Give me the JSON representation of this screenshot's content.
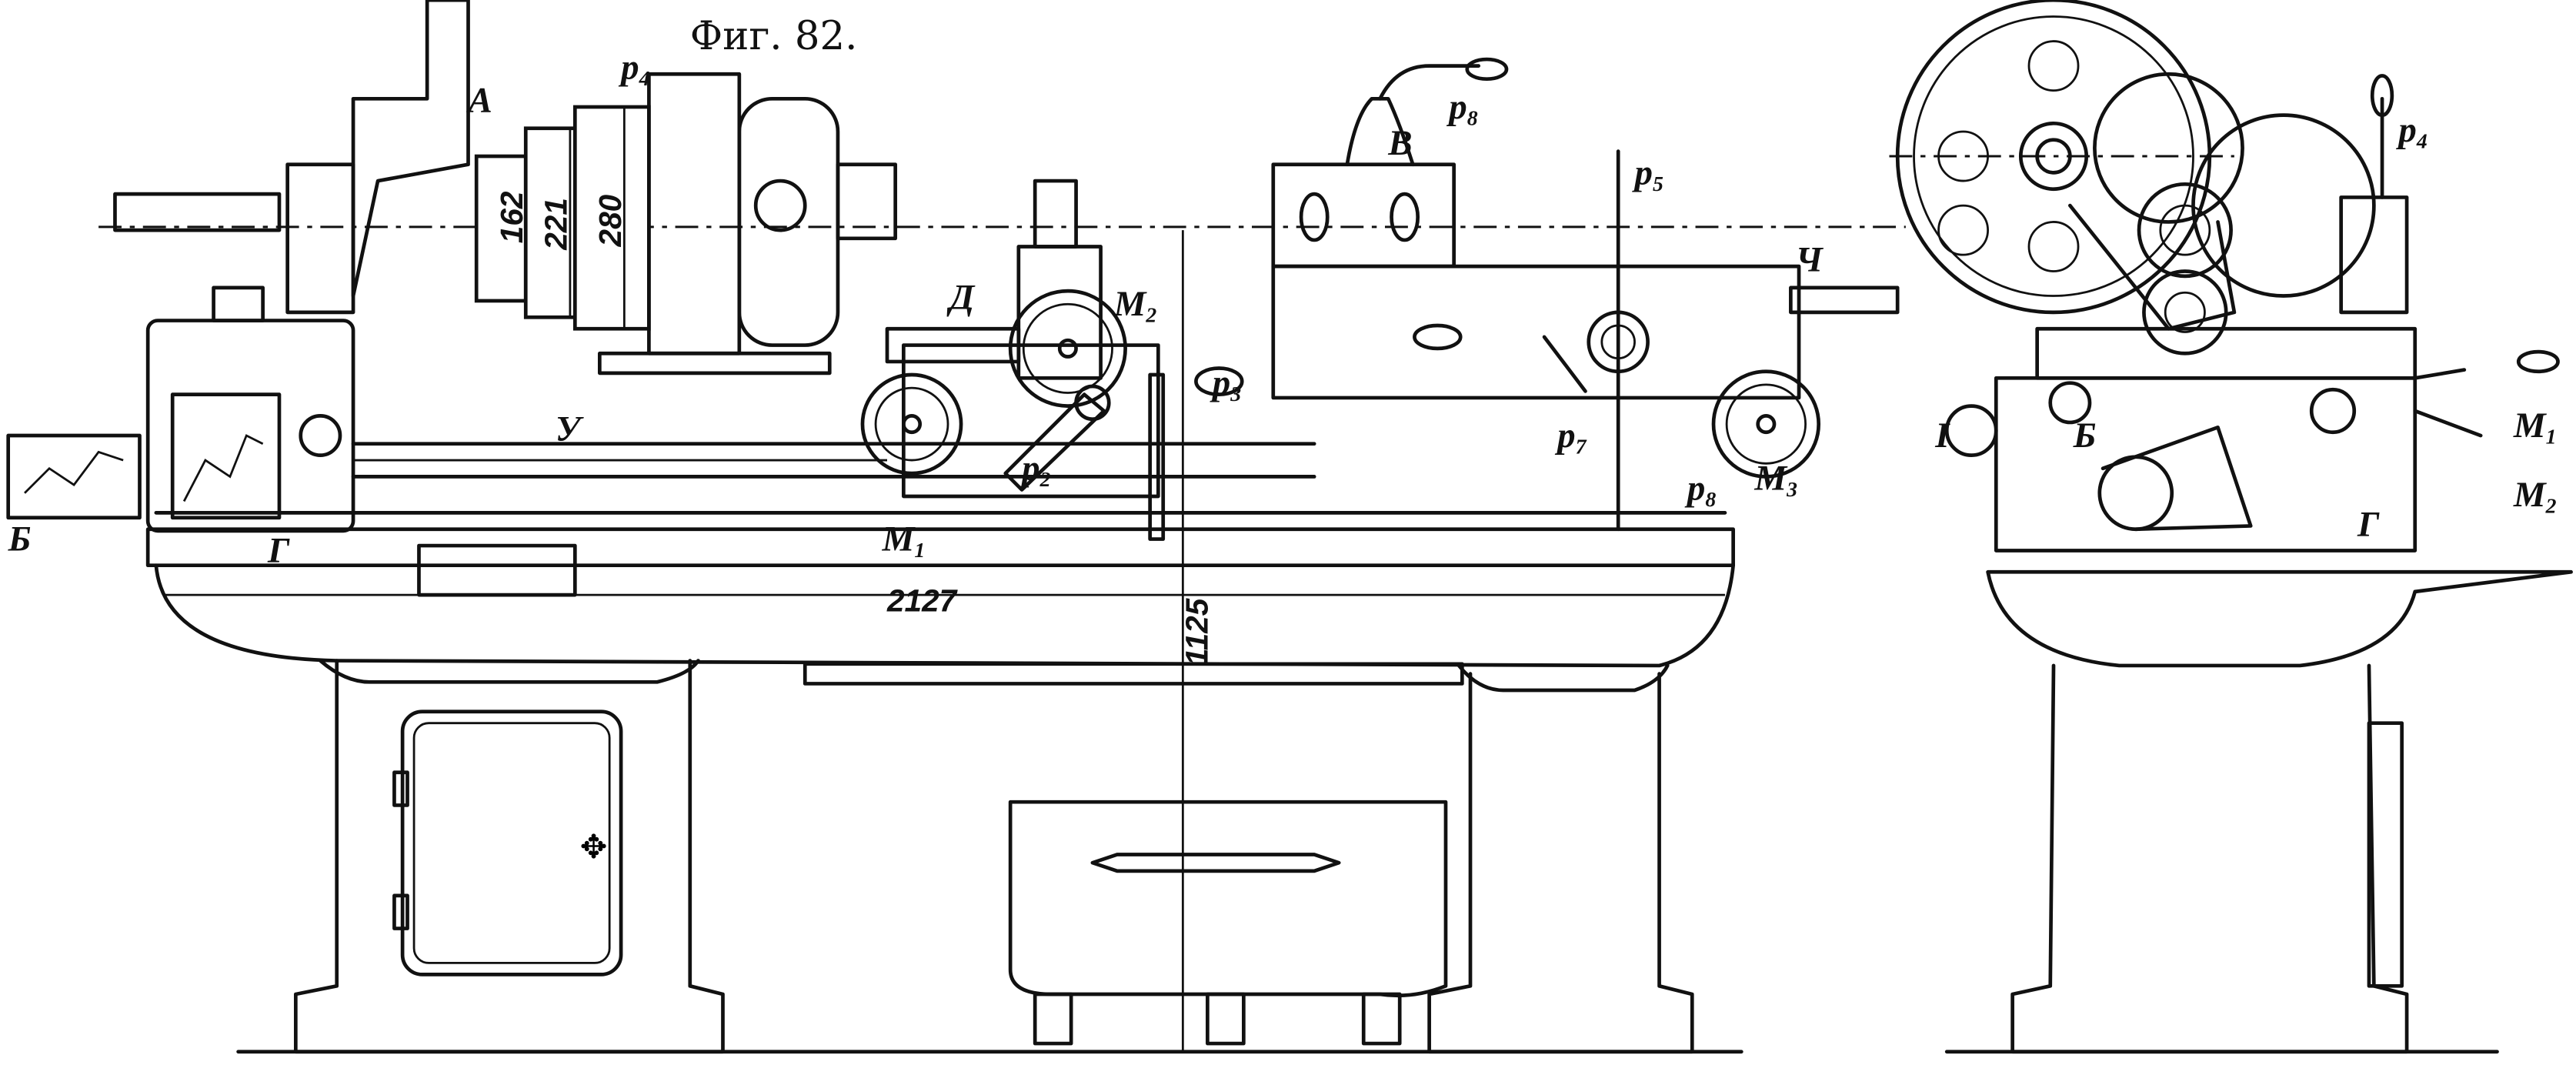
{
  "figure": {
    "title": "Фиг. 82."
  },
  "front_view": {
    "labels": {
      "headstock": "A",
      "tailstock": "B",
      "apron_side": "Д",
      "feed_rod": "У",
      "gearbox": "Б",
      "bed_mark": "Г",
      "end_mark": "Ч",
      "p4": "p",
      "p4_sub": "4",
      "p8a": "p",
      "p8a_sub": "8",
      "p5": "p",
      "p5_sub": "5",
      "p3": "p",
      "p3_sub": "3",
      "p2": "p",
      "p2_sub": "2",
      "p7": "p",
      "p7_sub": "7",
      "p8b": "p",
      "p8b_sub": "8",
      "m1": "M",
      "m1_sub": "1",
      "m2": "M",
      "m2_sub": "2",
      "m3": "M",
      "m3_sub": "3"
    },
    "dimensions": {
      "pulley_1": "162",
      "pulley_2": "221",
      "pulley_3": "280",
      "bed_length": "2127",
      "center_height": "1125"
    }
  },
  "side_view": {
    "labels": {
      "p4": "p",
      "p4_sub": "4",
      "m1": "M",
      "m1_sub": "1",
      "m2": "M",
      "m2_sub": "2",
      "i": "I",
      "gearbox": "Б",
      "bed_mark": "Г"
    }
  }
}
